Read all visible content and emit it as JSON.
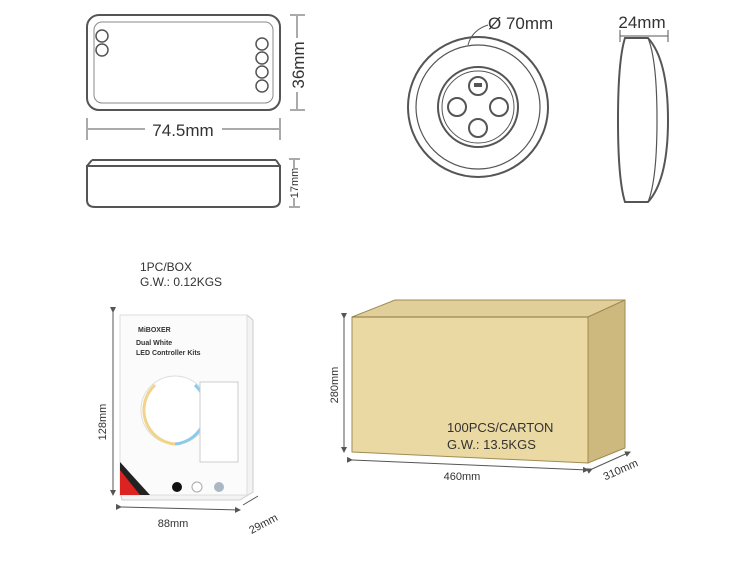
{
  "controller": {
    "width": "74.5mm",
    "height": "36mm",
    "depth": "17mm"
  },
  "remote": {
    "diameter": "Ø 70mm",
    "thickness": "24mm"
  },
  "box": {
    "pack": "1PC/BOX",
    "weight": "G.W.: 0.12KGS",
    "brand": "MiBOXER",
    "title1": "Dual White",
    "title2": "LED Controller Kits",
    "height": "128mm",
    "width": "88mm",
    "depth": "29mm"
  },
  "carton": {
    "pack": "100PCS/CARTON",
    "weight": "G.W.: 13.5KGS",
    "height": "280mm",
    "width": "460mm",
    "depth": "310mm"
  }
}
